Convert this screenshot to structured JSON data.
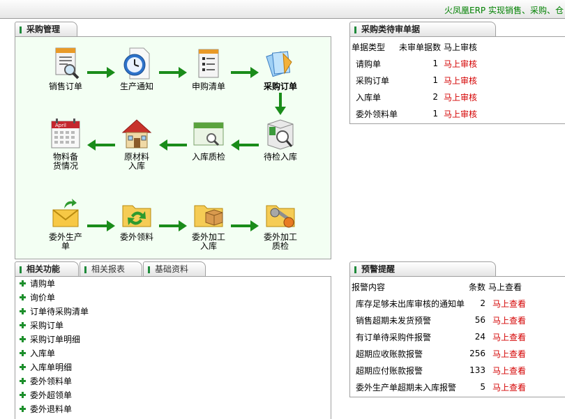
{
  "header": {
    "slogan": "火凤凰ERP 实现销售、采购、仓"
  },
  "tabs": {
    "purchase": "采购管理",
    "audit": "采购类待审单据",
    "related_func": "相关功能",
    "related_report": "相关报表",
    "base_data": "基础资料",
    "warning": "预警提醒"
  },
  "flow": {
    "sales_order": "销售订单",
    "production_notice": "生产通知",
    "purchase_request": "申购清单",
    "purchase_order": "采购订单",
    "pending_inspect": "待检入库",
    "inbound_qc": "入库质检",
    "raw_inbound": "原材料入库",
    "material_prep": "物料备货情况",
    "outsource_prod": "委外生产单",
    "outsource_pick": "委外领料",
    "outsource_inbound": "委外加工入库",
    "outsource_qc": "委外加工质检",
    "calendar_month": "April"
  },
  "audit": {
    "headers": {
      "type": "单据类型",
      "count": "未审单据数",
      "action": "马上审核"
    },
    "rows": [
      {
        "type": "请购单",
        "count": "1",
        "action": "马上审核"
      },
      {
        "type": "采购订单",
        "count": "1",
        "action": "马上审核"
      },
      {
        "type": "入库单",
        "count": "2",
        "action": "马上审核"
      },
      {
        "type": "委外领料单",
        "count": "1",
        "action": "马上审核"
      }
    ]
  },
  "functions": [
    "请购单",
    "询价单",
    "订单待采购清单",
    "采购订单",
    "采购订单明细",
    "入库单",
    "入库单明细",
    "委外领料单",
    "委外超领单",
    "委外退料单"
  ],
  "warnings": {
    "headers": {
      "content": "报警内容",
      "count": "条数",
      "action": "马上查看"
    },
    "rows": [
      {
        "content": "库存足够未出库审核的通知单",
        "count": "2",
        "action": "马上查看"
      },
      {
        "content": "销售超期未发货预警",
        "count": "56",
        "action": "马上查看"
      },
      {
        "content": "有订单待采购件报警",
        "count": "24",
        "action": "马上查看"
      },
      {
        "content": "超期应收账款报警",
        "count": "256",
        "action": "马上查看"
      },
      {
        "content": "超期应付账款报警",
        "count": "133",
        "action": "马上查看"
      },
      {
        "content": "委外生产单超期未入库报警",
        "count": "5",
        "action": "马上查看"
      }
    ]
  },
  "colors": {
    "accent_green": "#1f8a3b",
    "arrow_green": "#1a8c1a",
    "link_red": "#d40000",
    "flow_bg": "#f3fff3"
  }
}
